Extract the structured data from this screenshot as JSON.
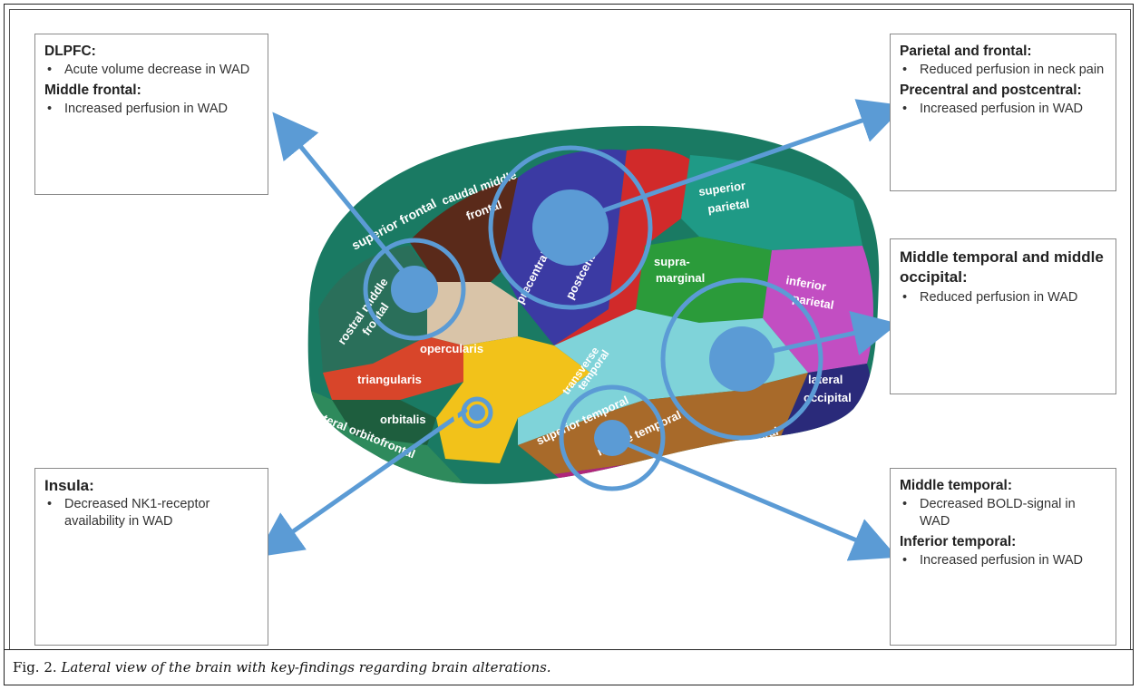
{
  "boxes": {
    "dlpfc": {
      "groups": [
        {
          "heading": "DLPFC:",
          "items": [
            "Acute volume decrease in WAD"
          ]
        },
        {
          "heading": "Middle frontal:",
          "items": [
            "Increased perfusion in WAD"
          ]
        }
      ]
    },
    "parietal": {
      "groups": [
        {
          "heading": "Parietal and frontal:",
          "items": [
            "Reduced perfusion in neck pain"
          ]
        },
        {
          "heading": "Precentral and postcentral:",
          "items": [
            "Increased perfusion in WAD"
          ]
        }
      ]
    },
    "middle_temporal_occipital": {
      "groups": [
        {
          "heading": "Middle temporal and middle occipital:",
          "items": [
            "Reduced perfusion in WAD"
          ]
        }
      ]
    },
    "insula": {
      "groups": [
        {
          "heading": "Insula:",
          "items": [
            "Decreased NK1-receptor availability in WAD"
          ]
        }
      ]
    },
    "middle_temporal": {
      "groups": [
        {
          "heading": "Middle temporal:",
          "items": [
            "Decreased BOLD-signal in WAD"
          ]
        },
        {
          "heading": "Inferior temporal:",
          "items": [
            "Increased perfusion in WAD"
          ]
        }
      ]
    }
  },
  "regions": {
    "superior_frontal": "superior frontal",
    "caudal_middle_frontal_1": "caudal middle",
    "caudal_middle_frontal_2": "frontal",
    "rostral_middle_frontal_1": "rostral middle",
    "rostral_middle_frontal_2": "frontal",
    "precentral": "precentral",
    "postcentral": "postcentral",
    "superior_parietal_1": "superior",
    "superior_parietal_2": "parietal",
    "supramarginal_1": "supra-",
    "supramarginal_2": "marginal",
    "inferior_parietal_1": "inferior",
    "inferior_parietal_2": "parietal",
    "opercularis": "opercularis",
    "triangularis": "triangularis",
    "orbitalis": "orbitalis",
    "lateral_orbitofrontal": "lateral orbitofrontal",
    "transverse_temporal_1": "transverse",
    "transverse_temporal_2": "temporal",
    "superior_temporal": "superior temporal",
    "middle_temporal": "middle temporal",
    "inferior_temporal": "inferior temporal",
    "lateral_occipital_1": "lateral",
    "lateral_occipital_2": "occipital"
  },
  "caption": {
    "lead": "Fig. 2.",
    "text": "Lateral view of the brain with key-findings regarding brain alterations."
  },
  "colors": {
    "arrow": "#5b9bd5",
    "marker": "#5b9bd5"
  }
}
